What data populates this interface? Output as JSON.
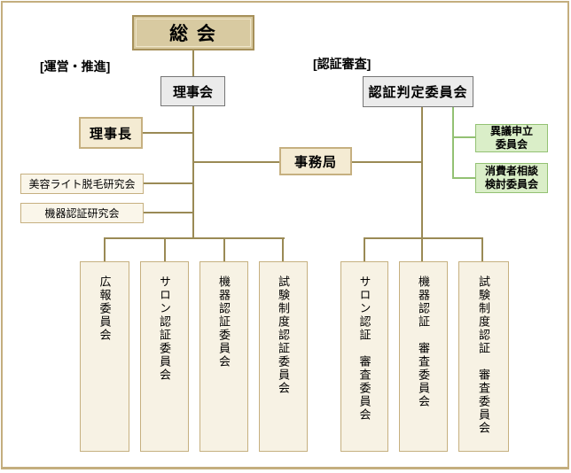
{
  "diagram": {
    "section_labels": {
      "operations": "[運営・推進]",
      "certification": "[認証審査]"
    },
    "nodes": {
      "general_assembly": "総 会",
      "board": "理事会",
      "cert_judgment": "認証判定委員会",
      "chairman": "理事長",
      "secretariat": "事務局",
      "beauty_light_study": "美容ライト脱毛研究会",
      "device_cert_study": "機器認証研究会",
      "objection": "異議申立\n委員会",
      "consumer_consult": "消費者相談\n検討委員会",
      "pr": "広報委員会",
      "salon_cert": "サロン認証委員会",
      "device_cert": "機器認証委員会",
      "test_cert": "試験制度認証委員会",
      "salon_exam": "サロン認証　審査委員会",
      "device_exam": "機器認証　審査委員会",
      "test_exam": "試験制度認証　審査委員会"
    },
    "colors": {
      "frame_border": "#c4ae7e",
      "connector": "#9a8a55",
      "green_connector": "#93c173",
      "top_box_bg": "#d8caa1",
      "top_box_border": "#a6905a",
      "gray_box_bg": "#ebebeb",
      "gray_box_border": "#757575",
      "tan_box_bg": "#f4ebd3",
      "tan_box_border": "#c6b080",
      "cream_box_bg": "#faf6ea",
      "vertical_box_bg": "#f7f2e4",
      "green_box_bg": "#daeec8",
      "green_box_border": "#93c173"
    }
  }
}
